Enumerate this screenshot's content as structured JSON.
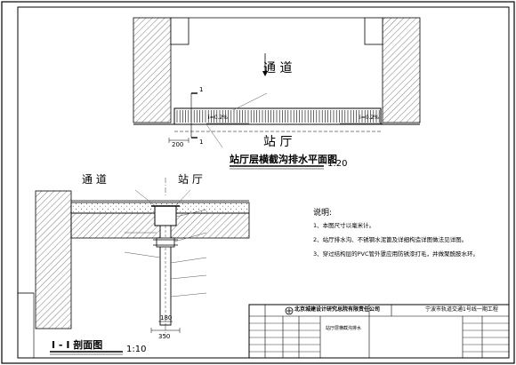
{
  "plan": {
    "title": "站厅层横截沟排水平面图",
    "scale": "1:20",
    "zone_top": "通 道",
    "zone_bottom": "站 厅",
    "dim_200": "200",
    "slope_left": "i=0.2%",
    "slope_right": "i=0.2%",
    "section_mark": "1"
  },
  "section": {
    "title": "I - I 剖面图",
    "scale": "1:10",
    "zone_left": "通 道",
    "zone_right": "站 厅",
    "dim_350": "350",
    "dim_180": "180"
  },
  "notes": {
    "heading": "说明:",
    "items": [
      "1、本图尺寸以毫米计。",
      "2、站厅排水沟、不锈钢水泥篦及详细构造详图做法见详图。",
      "3、穿过结构层的PVC管外罩应用防锈漆打毛，并做聚酰胺水环。"
    ]
  },
  "title_block": {
    "company": "北京城建设计研究总院有限责任公司",
    "project": "宁波市轨道交通1号线一期工程",
    "drawing_line1": "站厅层横截沟排水"
  },
  "colors": {
    "line": "#000000",
    "hatch": "#444444",
    "leader": "#555555"
  }
}
